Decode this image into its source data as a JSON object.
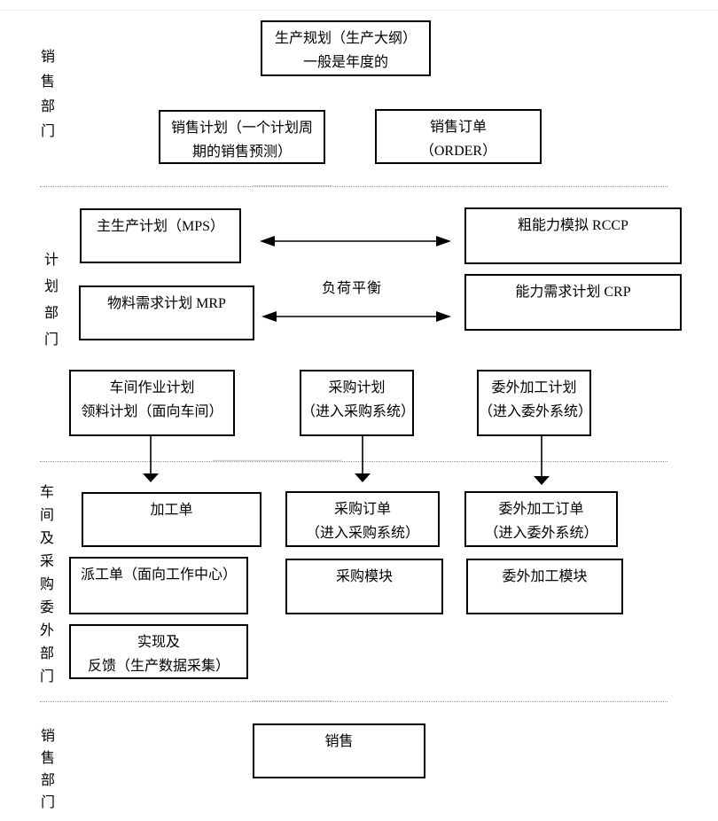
{
  "colors": {
    "background": "#ffffff",
    "border": "#000000",
    "text": "#000000",
    "divider_dotted": "#9c9c9c",
    "divider_solid_segment": "#cccccc",
    "top_faint_line": "#efefef"
  },
  "lanes": {
    "sales_top": "销售部门",
    "planning": "计划部门",
    "shop_purchase_outsource": "车间及采购委外部门",
    "sales_bottom": "销售部门"
  },
  "annotations": {
    "load_balance": "负荷平衡"
  },
  "nodes": {
    "production_plan": {
      "line1": "生产规划（生产大纲）",
      "line2": "一般是年度的"
    },
    "sales_plan": {
      "line1": "销售计划（一个计划周",
      "line2": "期的销售预测）"
    },
    "sales_order": {
      "line1": "销售订单",
      "line2": "（ORDER）"
    },
    "mps": {
      "line1": "主生产计划（MPS）"
    },
    "rccp": {
      "line1": "粗能力模拟 RCCP"
    },
    "mrp": {
      "line1": "物料需求计划 MRP"
    },
    "crp": {
      "line1": "能力需求计划 CRP"
    },
    "shop_floor_plan": {
      "line1": "车间作业计划",
      "line2": "领料计划（面向车间）"
    },
    "purchase_plan": {
      "line1": "采购计划",
      "line2": "（进入采购系统）"
    },
    "outsource_plan": {
      "line1": "委外加工计划",
      "line2": "（进入委外系统）"
    },
    "work_order": {
      "line1": "加工单"
    },
    "purchase_order": {
      "line1": "采购订单",
      "line2": "（进入采购系统）"
    },
    "outsource_order": {
      "line1": "委外加工订单",
      "line2": "（进入委外系统）"
    },
    "dispatch_order": {
      "line1": "派工单（面向工作中心）"
    },
    "purchase_module": {
      "line1": "采购模块"
    },
    "outsource_module": {
      "line1": "委外加工模块"
    },
    "realize_feedback": {
      "line1": "实现及",
      "line2": "反馈（生产数据采集）"
    },
    "sales": {
      "line1": "销售"
    }
  }
}
